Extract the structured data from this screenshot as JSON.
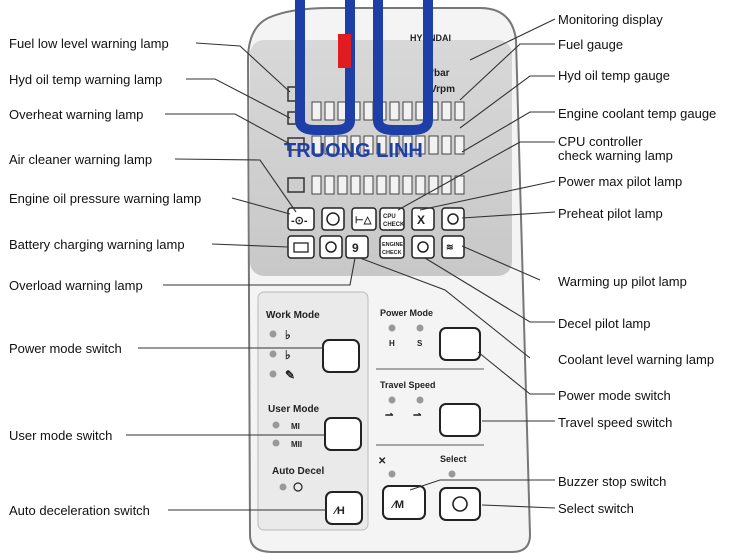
{
  "panel": {
    "brand": "HYUNDAI",
    "watermark": "TRUONG LINH",
    "gauge_units": {
      "pressure": "bar",
      "speed": "rpm"
    },
    "work_mode_title": "Work Mode",
    "power_mode_title": "Power Mode",
    "power_mode_h": "H",
    "power_mode_s": "S",
    "travel_speed_title": "Travel Speed",
    "user_mode_title": "User Mode",
    "user_mode_m1": "MI",
    "user_mode_m2": "MII",
    "auto_decel_title": "Auto Decel",
    "select_title": "Select",
    "cpu_icon_text": "CPU CHECK",
    "engine_check_text": "ENGINE CHECK"
  },
  "labels_left": [
    {
      "id": "fuel-low",
      "text": "Fuel low level warning lamp"
    },
    {
      "id": "hyd-oil-temp-warn",
      "text": "Hyd oil temp warning lamp"
    },
    {
      "id": "overheat",
      "text": "Overheat warning lamp"
    },
    {
      "id": "air-cleaner",
      "text": "Air cleaner warning lamp"
    },
    {
      "id": "engine-oil-pressure",
      "text": "Engine oil pressure warning lamp"
    },
    {
      "id": "battery-charging",
      "text": "Battery charging warning lamp"
    },
    {
      "id": "overload",
      "text": "Overload warning lamp"
    },
    {
      "id": "power-mode-switch",
      "text": "Power mode switch"
    },
    {
      "id": "user-mode-switch",
      "text": "User mode switch"
    },
    {
      "id": "auto-decel-switch",
      "text": "Auto deceleration switch"
    }
  ],
  "labels_right": [
    {
      "id": "monitoring-display",
      "text": "Monitoring display"
    },
    {
      "id": "fuel-gauge",
      "text": "Fuel gauge"
    },
    {
      "id": "hyd-oil-temp-gauge",
      "text": "Hyd oil temp gauge"
    },
    {
      "id": "engine-coolant-gauge",
      "text": "Engine coolant temp gauge"
    },
    {
      "id": "cpu-controller",
      "text": "CPU controller",
      "text2": "check warning lamp"
    },
    {
      "id": "power-max",
      "text": "Power max pilot lamp"
    },
    {
      "id": "preheat",
      "text": "Preheat pilot lamp"
    },
    {
      "id": "warming-up",
      "text": "Warming up pilot lamp"
    },
    {
      "id": "decel-pilot",
      "text": "Decel pilot lamp"
    },
    {
      "id": "coolant-level",
      "text": "Coolant level warning lamp"
    },
    {
      "id": "power-mode-switch-r",
      "text": "Power mode switch"
    },
    {
      "id": "travel-speed-switch",
      "text": "Travel speed switch"
    },
    {
      "id": "buzzer-stop",
      "text": "Buzzer stop switch"
    },
    {
      "id": "select-switch",
      "text": "Select switch"
    }
  ]
}
